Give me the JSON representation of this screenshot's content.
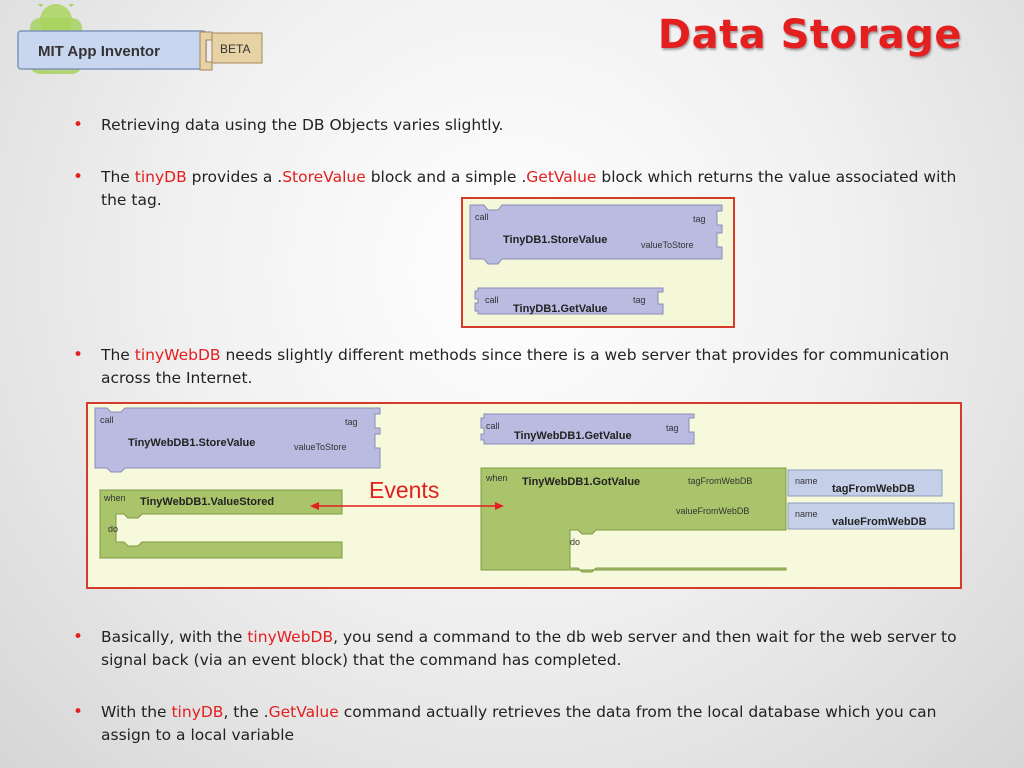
{
  "logo": {
    "name": "MIT App Inventor",
    "tag": "BETA"
  },
  "title": "Data Storage",
  "bullets": [
    {
      "segments": [
        "Retrieving data using the DB Objects varies slightly."
      ]
    },
    {
      "segments": [
        "The ",
        "tinyDB",
        " provides a .",
        "StoreValue",
        " block and a simple .",
        "GetValue",
        " block which returns the value associated with the tag."
      ]
    },
    {
      "segments": [
        "The ",
        "tinyWebDB",
        " needs slightly different methods since there is a web server that provides for communication across the Internet."
      ]
    },
    {
      "segments": [
        "Basically, with the ",
        "tinyWebDB",
        ", you send a command to the db web server and then wait for the web server to signal back (via an event block) that the command has completed."
      ]
    },
    {
      "segments": [
        "With the ",
        "tinyDB",
        ", the .",
        "GetValue",
        " command actually retrieves the data from the local database which you can assign to a local variable"
      ]
    }
  ],
  "blocks_tinydb": {
    "store": {
      "call": "call",
      "name": "TinyDB1.StoreValue",
      "tag": "tag",
      "value": "valueToStore"
    },
    "get": {
      "call": "call",
      "name": "TinyDB1.GetValue",
      "tag": "tag"
    }
  },
  "blocks_tinywebdb": {
    "store": {
      "call": "call",
      "name": "TinyWebDB1.StoreValue",
      "tag": "tag",
      "value": "valueToStore"
    },
    "stored": {
      "when": "when",
      "name": "TinyWebDB1.ValueStored",
      "do": "do"
    },
    "get": {
      "call": "call",
      "name": "TinyWebDB1.GetValue",
      "tag": "tag"
    },
    "got": {
      "when": "when",
      "name": "TinyWebDB1.GotValue",
      "param1": "tagFromWebDB",
      "param2": "valueFromWebDB",
      "do": "do"
    },
    "name_blocks": [
      {
        "label": "name",
        "value": "tagFromWebDB"
      },
      {
        "label": "name",
        "value": "valueFromWebDB"
      }
    ]
  },
  "events_label": "Events",
  "colors": {
    "accent": "#e31f1f",
    "call_block": "#b9bbe0",
    "event_block": "#a9c46a",
    "box_border": "#d63a2a"
  }
}
